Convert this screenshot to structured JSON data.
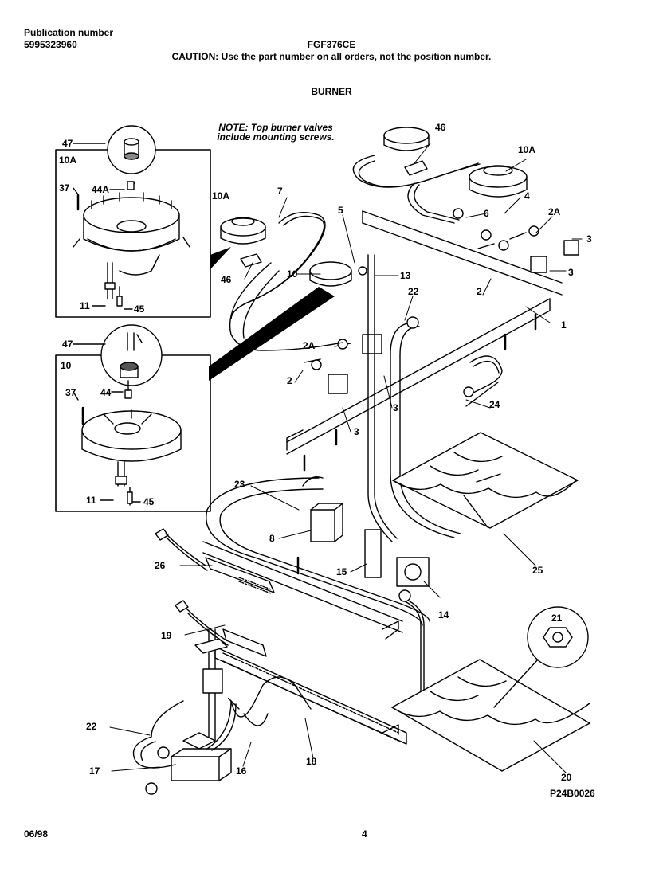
{
  "header": {
    "publication_label": "Publication number",
    "publication_number": "5995323960",
    "model": "FGF376CE",
    "caution": "CAUTION:  Use the part number on all orders, not the position number.",
    "section": "BURNER"
  },
  "note": {
    "line1": "NOTE: Top burner valves",
    "line2": "include mounting screws."
  },
  "insets": {
    "top_label": "10A",
    "bottom_label": "10"
  },
  "callouts": {
    "c47a": "47",
    "c37a": "37",
    "c44a": "44A",
    "c11a": "11",
    "c45a": "45",
    "c47b": "47",
    "c37b": "37",
    "c44b": "44",
    "c11b": "11",
    "c45b": "45",
    "c10a_mid": "10A",
    "c46_mid": "46",
    "c10_mid": "10",
    "c7": "7",
    "c5": "5",
    "c13": "13",
    "c22_top": "22",
    "c2_mid": "2",
    "c2a_mid": "2A",
    "c3_mid1": "3",
    "c3_mid2": "3",
    "c46_top": "46",
    "c10a_top": "10A",
    "c4": "4",
    "c6": "6",
    "c2a_right": "2A",
    "c3_r1": "3",
    "c3_r2": "3",
    "c2_right": "2",
    "c1": "1",
    "c24": "24",
    "c23": "23",
    "c8": "8",
    "c26": "26",
    "c15": "15",
    "c14": "14",
    "c25": "25",
    "c19": "19",
    "c21": "21",
    "c22_bottom": "22",
    "c17": "17",
    "c16": "16",
    "c18": "18",
    "c20": "20"
  },
  "figure_code": "P24B0026",
  "footer": {
    "date": "06/98",
    "page": "4"
  }
}
